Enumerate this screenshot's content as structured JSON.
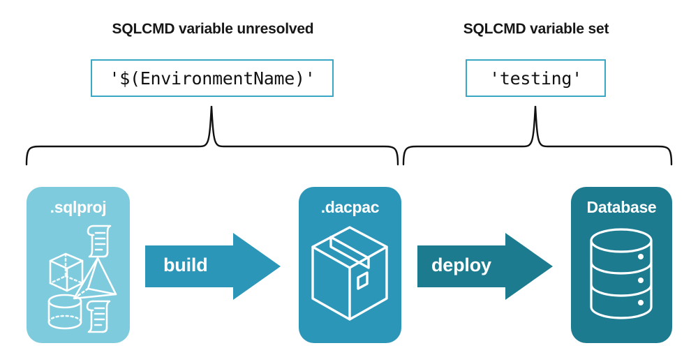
{
  "diagram": {
    "title_left": "SQLCMD variable unresolved",
    "title_right": "SQLCMD variable set",
    "value_left": "'$(EnvironmentName)'",
    "value_right": "'testing'",
    "colors": {
      "sqlproj_fill": "#7ecbdd",
      "dacpac_fill": "#2b96b8",
      "database_fill": "#1d7b90",
      "build_arrow": "#2b96b8",
      "deploy_arrow": "#1d7b90",
      "box_border": "#3aa8c4",
      "brace_stroke": "#111111",
      "icon_stroke": "#ffffff",
      "text_dark": "#171717",
      "text_light": "#ffffff",
      "background": "#ffffff"
    },
    "nodes": [
      {
        "id": "sqlproj",
        "label": ".sqlproj",
        "icon": "shapes-and-scripts-icon"
      },
      {
        "id": "dacpac",
        "label": ".dacpac",
        "icon": "package-box-icon"
      },
      {
        "id": "database",
        "label": "Database",
        "icon": "database-cylinder-icon"
      }
    ],
    "arrows": [
      {
        "id": "build",
        "label": "build"
      },
      {
        "id": "deploy",
        "label": "deploy"
      }
    ],
    "braces": [
      {
        "id": "left-brace",
        "spans": [
          "sqlproj",
          "build",
          "dacpac"
        ]
      },
      {
        "id": "right-brace",
        "spans": [
          "dacpac",
          "deploy",
          "database"
        ]
      }
    ]
  }
}
